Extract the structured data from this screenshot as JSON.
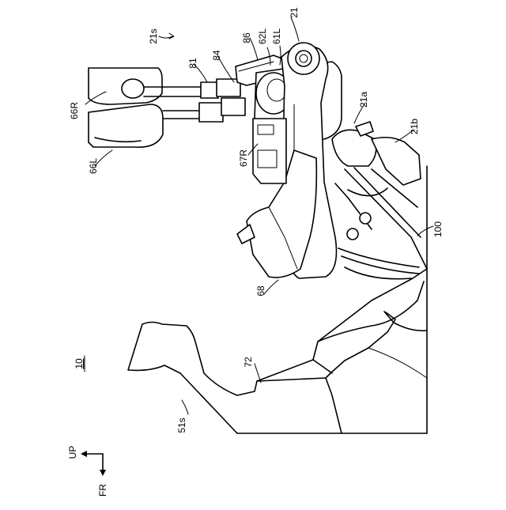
{
  "figure": {
    "ref_main": "10",
    "labels": {
      "l_21s": "21s",
      "l_21": "21",
      "l_86": "86",
      "l_62L": "62L",
      "l_61L": "61L",
      "l_81": "81",
      "l_84": "84",
      "l_66R": "66R",
      "l_66L": "66L",
      "l_67R": "67R",
      "l_21a": "21a",
      "l_21b": "21b",
      "l_100": "100",
      "l_68": "68",
      "l_72": "72",
      "l_51s": "51s"
    },
    "axes": {
      "up": "UP",
      "fr": "FR"
    }
  }
}
